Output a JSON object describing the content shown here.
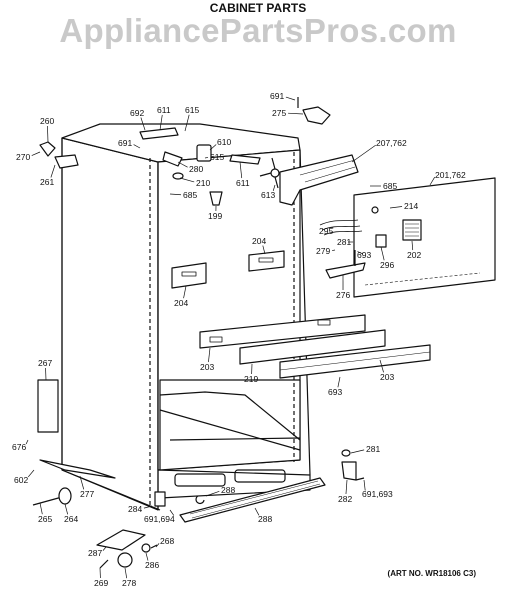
{
  "header": {
    "title": "CABINET PARTS"
  },
  "watermark": "AppliancePartsPros.com",
  "footer": {
    "art_number": "(ART NO. WR18106 C3)"
  },
  "callouts": [
    {
      "id": "c260",
      "label": "260"
    },
    {
      "id": "c270",
      "label": "270"
    },
    {
      "id": "c261",
      "label": "261"
    },
    {
      "id": "c692",
      "label": "692"
    },
    {
      "id": "c611a",
      "label": "611"
    },
    {
      "id": "c615a",
      "label": "615"
    },
    {
      "id": "c691a",
      "label": "691"
    },
    {
      "id": "c610",
      "label": "610"
    },
    {
      "id": "c615b",
      "label": "615"
    },
    {
      "id": "c280",
      "label": "280"
    },
    {
      "id": "c210",
      "label": "210"
    },
    {
      "id": "c611b",
      "label": "611"
    },
    {
      "id": "c685a",
      "label": "685"
    },
    {
      "id": "c199",
      "label": "199"
    },
    {
      "id": "c613",
      "label": "613"
    },
    {
      "id": "c691b",
      "label": "691"
    },
    {
      "id": "c275",
      "label": "275"
    },
    {
      "id": "c207",
      "label": "207,762"
    },
    {
      "id": "c685b",
      "label": "685"
    },
    {
      "id": "c201",
      "label": "201,762"
    },
    {
      "id": "c214",
      "label": "214"
    },
    {
      "id": "c295",
      "label": "295"
    },
    {
      "id": "c281a",
      "label": "281"
    },
    {
      "id": "c279",
      "label": "279"
    },
    {
      "id": "c693a",
      "label": "693"
    },
    {
      "id": "c296",
      "label": "296"
    },
    {
      "id": "c202",
      "label": "202"
    },
    {
      "id": "c276",
      "label": "276"
    },
    {
      "id": "c204a",
      "label": "204"
    },
    {
      "id": "c204b",
      "label": "204"
    },
    {
      "id": "c203a",
      "label": "203"
    },
    {
      "id": "c219",
      "label": "219"
    },
    {
      "id": "c203b",
      "label": "203"
    },
    {
      "id": "c693b",
      "label": "693"
    },
    {
      "id": "c267",
      "label": "267"
    },
    {
      "id": "c676",
      "label": "676"
    },
    {
      "id": "c602",
      "label": "602"
    },
    {
      "id": "c277",
      "label": "277"
    },
    {
      "id": "c265",
      "label": "265"
    },
    {
      "id": "c264",
      "label": "264"
    },
    {
      "id": "c284",
      "label": "284"
    },
    {
      "id": "c691c",
      "label": "691,694"
    },
    {
      "id": "c288a",
      "label": "288"
    },
    {
      "id": "c288b",
      "label": "288"
    },
    {
      "id": "c281b",
      "label": "281"
    },
    {
      "id": "c282",
      "label": "282"
    },
    {
      "id": "c691d",
      "label": "691,693"
    },
    {
      "id": "c287",
      "label": "287"
    },
    {
      "id": "c268",
      "label": "268"
    },
    {
      "id": "c286",
      "label": "286"
    },
    {
      "id": "c269",
      "label": "269"
    },
    {
      "id": "c278",
      "label": "278"
    }
  ]
}
